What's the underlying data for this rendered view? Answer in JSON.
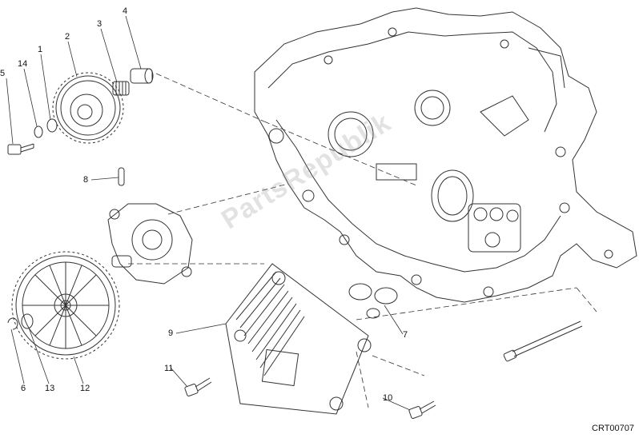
{
  "diagram": {
    "drawing_code": "CRT00707",
    "watermark": "PartsRepublik",
    "callouts": {
      "c1": "1",
      "c2": "2",
      "c3": "3",
      "c4": "4",
      "c5": "5",
      "c6": "6",
      "c7": "7",
      "c8": "8",
      "c9": "9",
      "c10": "10",
      "c11": "11",
      "c12": "12",
      "c13": "13",
      "c14": "14"
    }
  }
}
